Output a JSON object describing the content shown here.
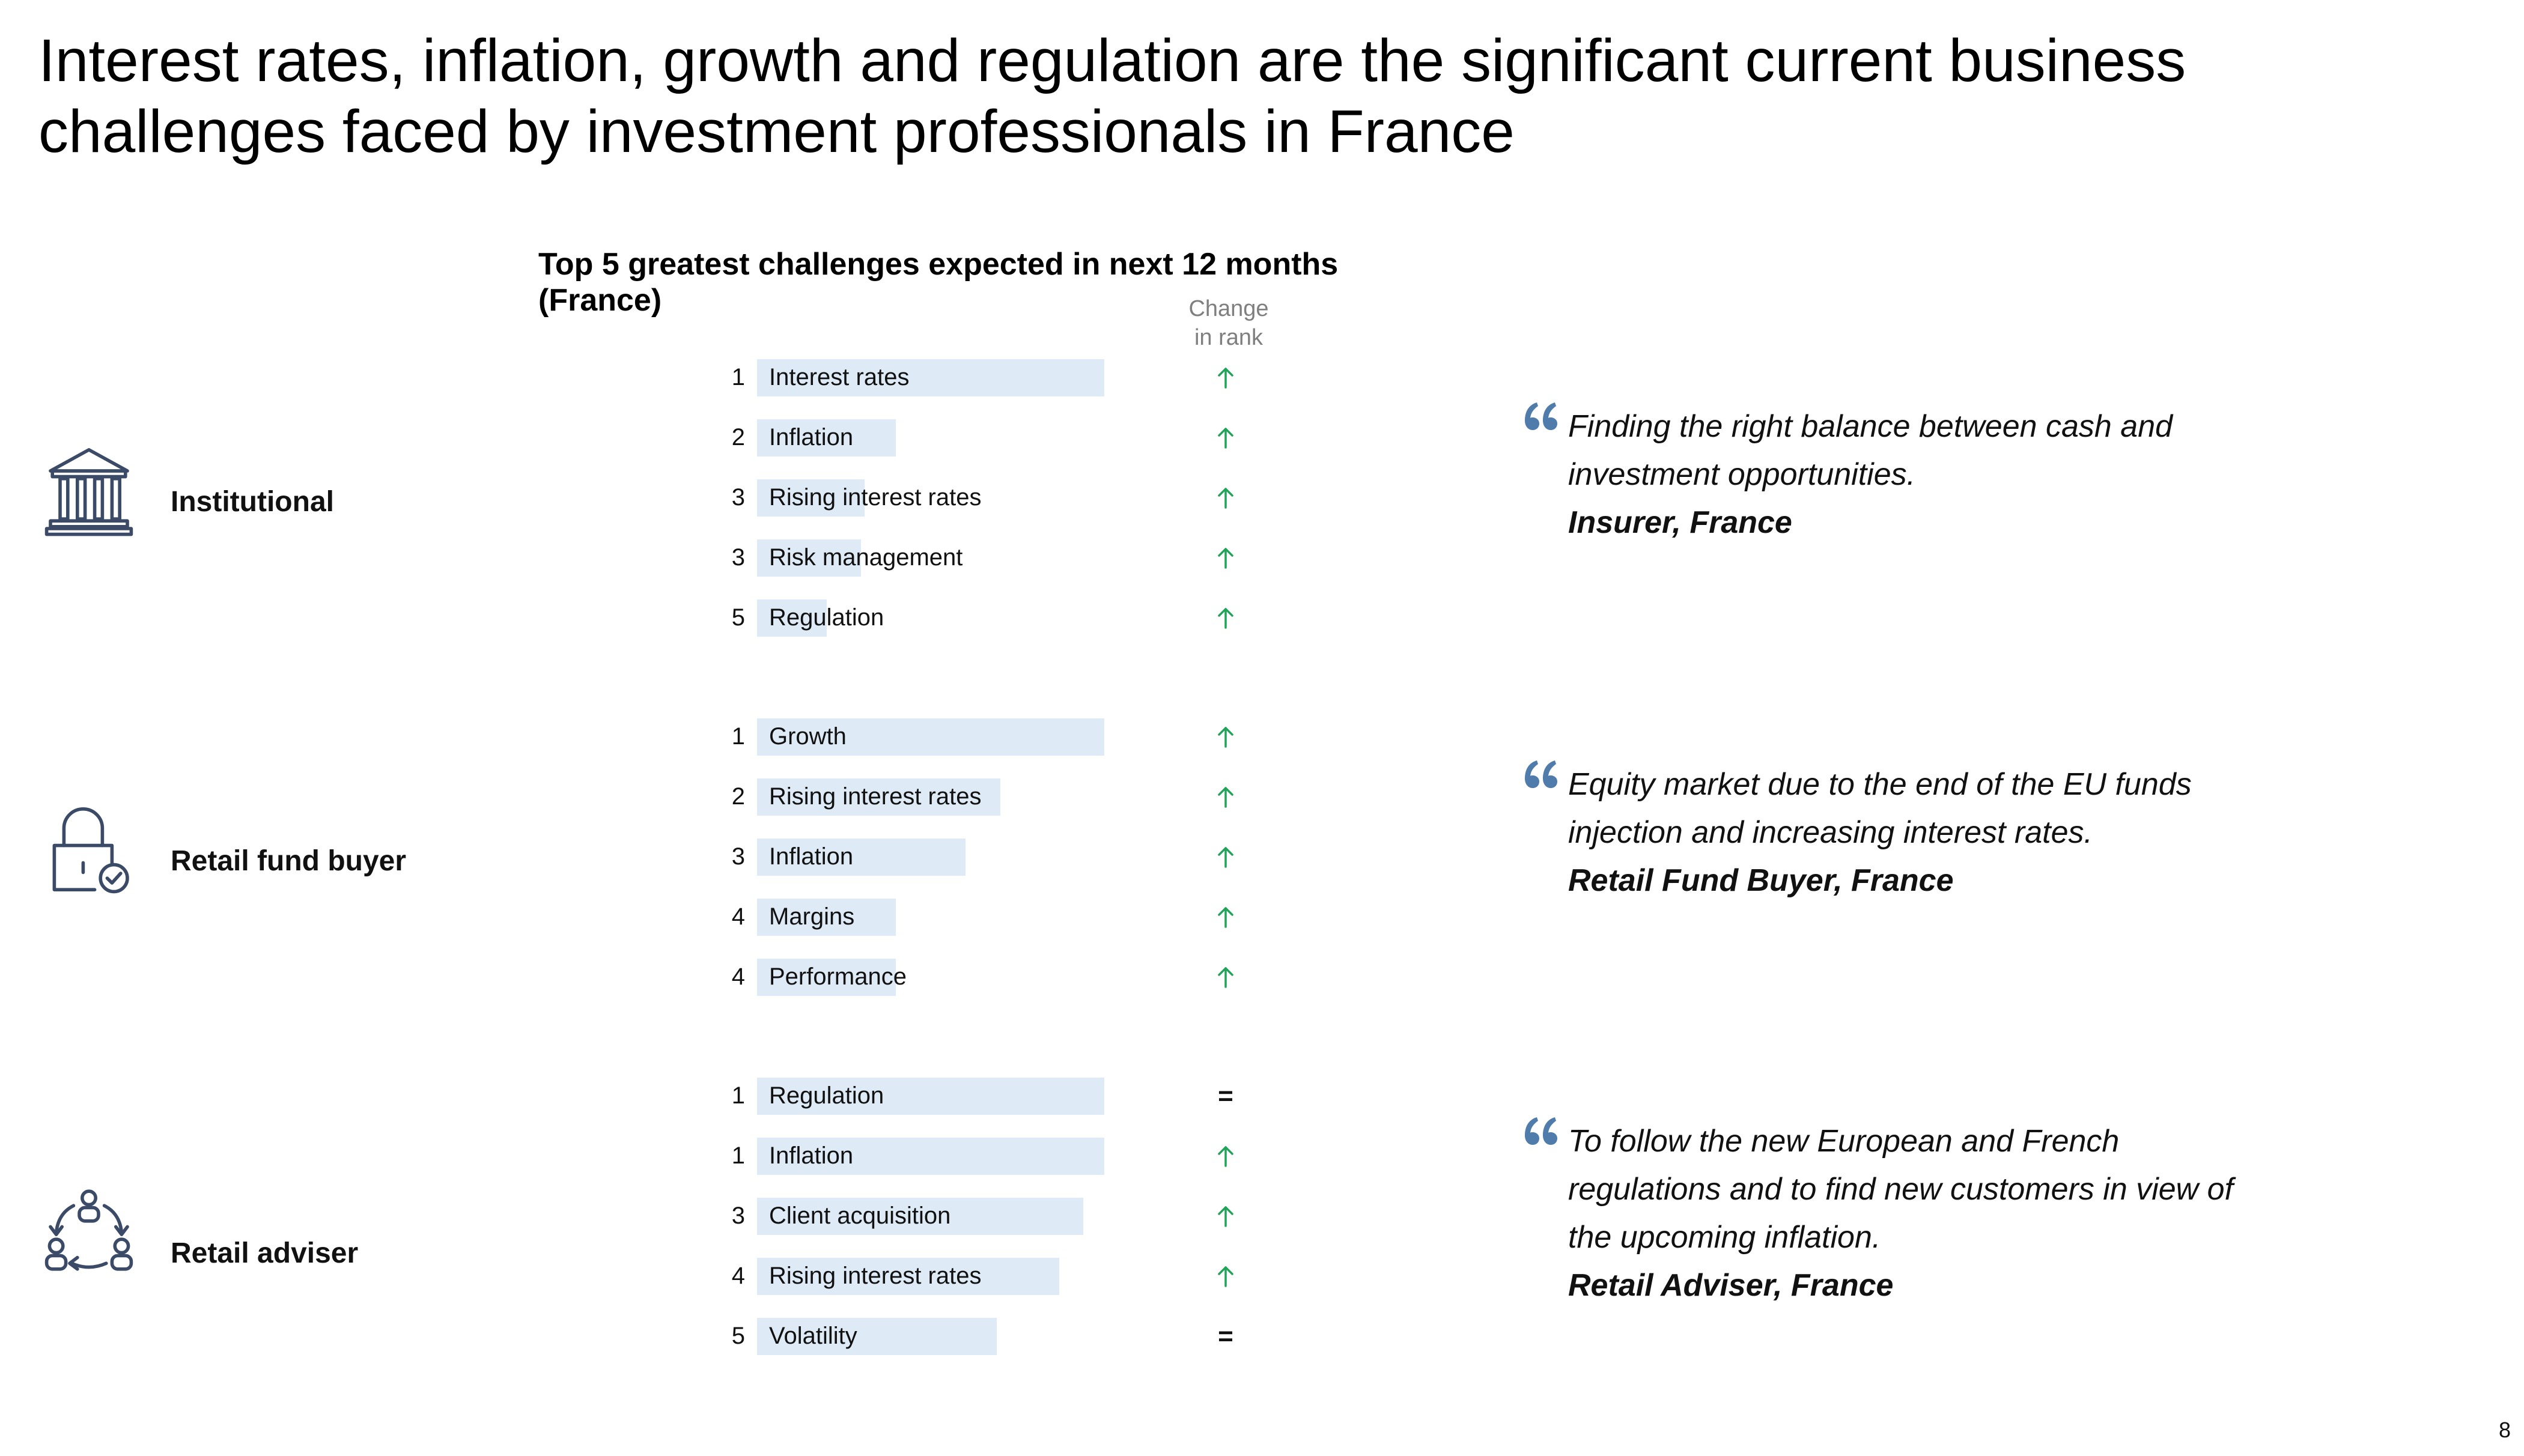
{
  "title": "Interest rates, inflation, growth and regulation are the significant current business challenges faced by investment professionals in France",
  "chart_title": "Top 5 greatest challenges expected in next 12 months (France)",
  "change_header": "Change\nin rank",
  "colors": {
    "bar": "#deebf6",
    "up_arrow": "#21a35a",
    "quote_mark": "#4f7cab",
    "icon_stroke": "#3b4a66"
  },
  "chart_data": [
    {
      "type": "bar",
      "segment": "Institutional",
      "ranks": [
        "1",
        "2",
        "3",
        "3",
        "5"
      ],
      "categories": [
        "Interest rates",
        "Inflation",
        "Rising interest rates",
        "Risk management",
        "Regulation"
      ],
      "values": [
        1.0,
        0.4,
        0.31,
        0.3,
        0.2
      ],
      "change": [
        "up",
        "up",
        "up",
        "up",
        "up"
      ]
    },
    {
      "type": "bar",
      "segment": "Retail fund buyer",
      "ranks": [
        "1",
        "2",
        "3",
        "4",
        "4"
      ],
      "categories": [
        "Growth",
        "Rising interest rates",
        "Inflation",
        "Margins",
        "Performance"
      ],
      "values": [
        1.0,
        0.7,
        0.6,
        0.4,
        0.4
      ],
      "change": [
        "up",
        "up",
        "up",
        "up",
        "up"
      ]
    },
    {
      "type": "bar",
      "segment": "Retail adviser",
      "ranks": [
        "1",
        "1",
        "3",
        "4",
        "5"
      ],
      "categories": [
        "Regulation",
        "Inflation",
        "Client acquisition",
        "Rising interest rates",
        "Volatility"
      ],
      "values": [
        1.0,
        1.0,
        0.94,
        0.87,
        0.69
      ],
      "change": [
        "equal",
        "up",
        "up",
        "up",
        "equal"
      ]
    }
  ],
  "segments": [
    {
      "label": "Institutional",
      "icon": "bank-building-icon",
      "quote": "Finding the right balance between cash and investment opportunities.",
      "source": "Insurer, France"
    },
    {
      "label": "Retail fund buyer",
      "icon": "lock-check-icon",
      "quote": "Equity market due to the end of the EU funds injection and increasing interest rates.",
      "source": "Retail Fund Buyer, France"
    },
    {
      "label": "Retail adviser",
      "icon": "people-cycle-icon",
      "quote": "To follow the new European and French regulations and to find new customers in view of the upcoming inflation.",
      "source": "Retail Adviser, France"
    }
  ],
  "change_symbols": {
    "equal": "="
  },
  "page_number": "8"
}
